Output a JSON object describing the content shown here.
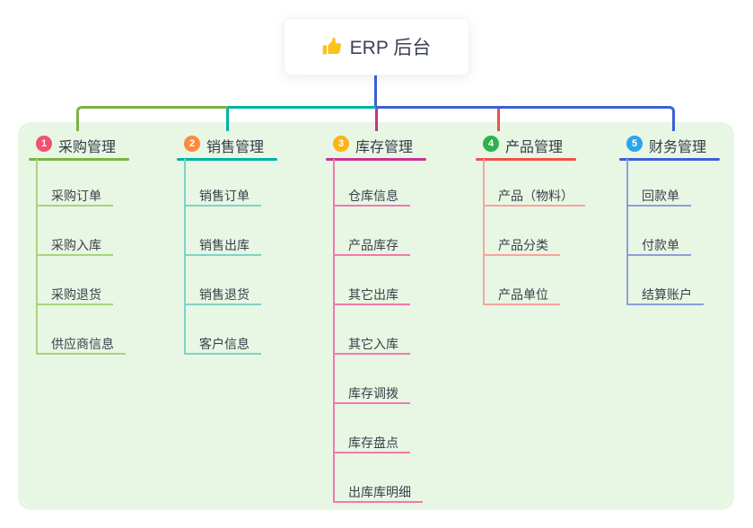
{
  "root": {
    "label": "ERP 后台",
    "icon": "thumbs-up-icon"
  },
  "colors": {
    "canvas_bg": "#ffffff",
    "panel_bg": "#e8f6e4",
    "root_line": "#3c5fd7",
    "root_text": "#3b4254",
    "node_text": "#3a404a",
    "thumb_yellow": "#fcc21b"
  },
  "branches": [
    {
      "badge": "1",
      "label": "采购管理",
      "badge_color": "#f3506e",
      "line_color": "#7cb342",
      "light_color": "#a8d37f",
      "children": [
        "采购订单",
        "采购入库",
        "采购退货",
        "供应商信息"
      ]
    },
    {
      "badge": "2",
      "label": "销售管理",
      "badge_color": "#f98b3c",
      "line_color": "#00b2a2",
      "light_color": "#7dd3c6",
      "children": [
        "销售订单",
        "销售出库",
        "销售退货",
        "客户信息"
      ]
    },
    {
      "badge": "3",
      "label": "库存管理",
      "badge_color": "#fbb415",
      "line_color": "#cb3190",
      "light_color": "#f279ae",
      "children": [
        "仓库信息",
        "产品库存",
        "其它出库",
        "其它入库",
        "库存调拨",
        "库存盘点",
        "出库库明细"
      ]
    },
    {
      "badge": "4",
      "label": "产品管理",
      "badge_color": "#2db34e",
      "line_color": "#f0514a",
      "light_color": "#f7a49e",
      "children": [
        "产品（物料）",
        "产品分类",
        "产品单位"
      ]
    },
    {
      "badge": "5",
      "label": "财务管理",
      "badge_color": "#2aa5e8",
      "line_color": "#3c5fd7",
      "light_color": "#8c9fd9",
      "children": [
        "回款单",
        "付款单",
        "结算账户"
      ]
    }
  ]
}
